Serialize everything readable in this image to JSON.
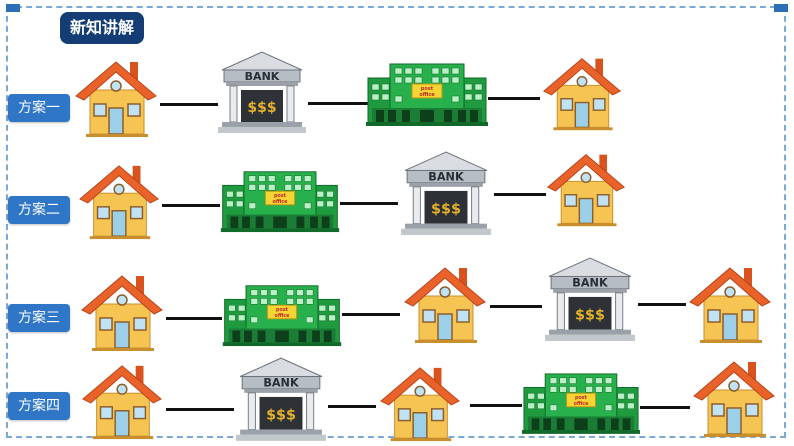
{
  "section_title": "新知讲解",
  "colors": {
    "badge": "#143d75",
    "label": "#2f76c6",
    "border": "#7aa9d6"
  },
  "plans": [
    {
      "label": "方案一",
      "route": [
        "house",
        "bank",
        "post-office",
        "house"
      ]
    },
    {
      "label": "方案二",
      "route": [
        "house",
        "post-office",
        "bank",
        "house"
      ]
    },
    {
      "label": "方案三",
      "route": [
        "house",
        "post-office",
        "house",
        "bank",
        "house"
      ]
    },
    {
      "label": "方案四",
      "route": [
        "house",
        "bank",
        "house",
        "post-office",
        "house"
      ]
    }
  ],
  "bank": {
    "sign": "BANK",
    "symbol": "$$$"
  },
  "post_office": {
    "sign_line1": "post",
    "sign_line2": "office"
  },
  "icon_names": [
    "house-icon",
    "bank-icon",
    "post-office-icon"
  ]
}
